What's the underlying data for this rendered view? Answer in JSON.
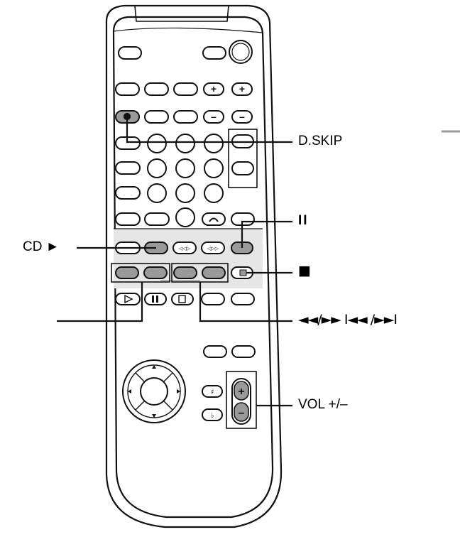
{
  "callouts": {
    "d_skip": "D.SKIP",
    "pause": "II",
    "cd_play": "CD ►",
    "stop": "■",
    "skip_search": "◄◄/►► I◄◄ /►►I",
    "vol": "VOL +/–"
  },
  "button_glyphs": {
    "plus": "+",
    "minus": "–"
  },
  "colors": {
    "outline": "#111111",
    "button_fill": "#ffffff",
    "shaded_button": "#9a9a9a",
    "deck_band": "#e6e6e6",
    "background": "#ffffff"
  }
}
